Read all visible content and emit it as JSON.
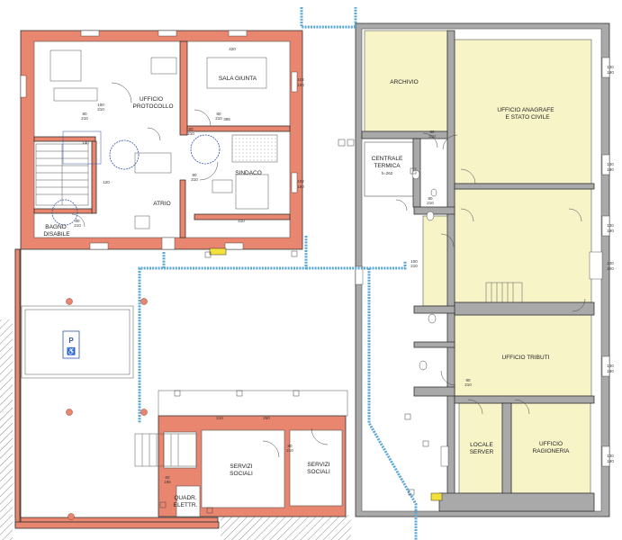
{
  "rooms": {
    "ufficio_protocollo": [
      "UFFICIO",
      "PROTOCOLLO"
    ],
    "sala_giunta": "SALA GIUNTA",
    "sindaco": "SINDACO",
    "atrio": "ATRIO",
    "bagno_disabile": [
      "BAGNO",
      "DISABILE"
    ],
    "archivio": "ARCHIVIO",
    "centrale_termica": [
      "CENTRALE",
      "TERMICA",
      "h=262"
    ],
    "ufficio_anagrafe": [
      "UFFICIO ANAGRAFE",
      "E STATO CIVILE"
    ],
    "ufficio_tributi": "UFFICIO TRIBUTI",
    "locale_server": [
      "LOCALE",
      "SERVER"
    ],
    "ufficio_ragioneria": [
      "UFFICIO",
      "RAGIONERIA"
    ],
    "servizi_sociali_1": [
      "SERVIZI",
      "SOCIALI"
    ],
    "servizi_sociali_2": [
      "SERVIZI",
      "SOCIALI"
    ],
    "quadr_elettr": [
      "QUADR.",
      "ELETTR."
    ]
  },
  "dims": {
    "d100_210_a": [
      "100",
      "210"
    ],
    "d80_210_a": [
      "80",
      "210"
    ],
    "d80_210_b": [
      "80",
      "210"
    ],
    "d80_210_c": [
      "80",
      "210"
    ],
    "d80_210_d": [
      "80",
      "210"
    ],
    "d80_210_e": [
      "80",
      "210"
    ],
    "d80_210_f": [
      "80",
      "210"
    ],
    "d80_210_g": [
      "80",
      "210"
    ],
    "d80_210_h": [
      "80",
      "210"
    ],
    "d80_210_i": [
      "80",
      "210"
    ],
    "d102_190_a": [
      "102",
      "190"
    ],
    "d102_190_b": [
      "102",
      "190"
    ],
    "d100_190_a": [
      "100",
      "190"
    ],
    "d100_190_b": [
      "100",
      "190"
    ],
    "d100_190_c": [
      "100",
      "190"
    ],
    "d100_190_d": [
      "100",
      "190"
    ],
    "d100_190_e": [
      "100",
      "190"
    ],
    "d100_220": [
      "100",
      "220"
    ],
    "d100_210_b": [
      "100",
      "210"
    ],
    "d60_185": [
      "60",
      "185"
    ],
    "d120": "120",
    "d140": "140",
    "d420": "420",
    "d410": "410",
    "d395": "395",
    "d210": "210",
    "d250": "250"
  },
  "icons": {
    "parking": "P",
    "accessible": "♿"
  },
  "colors": {
    "wall_existing": "#e8866f",
    "wall_grey": "#a9a9a9",
    "room_fill": "#f7f4c8",
    "duct": "#5aa6d8",
    "dot": "#e8866f"
  }
}
